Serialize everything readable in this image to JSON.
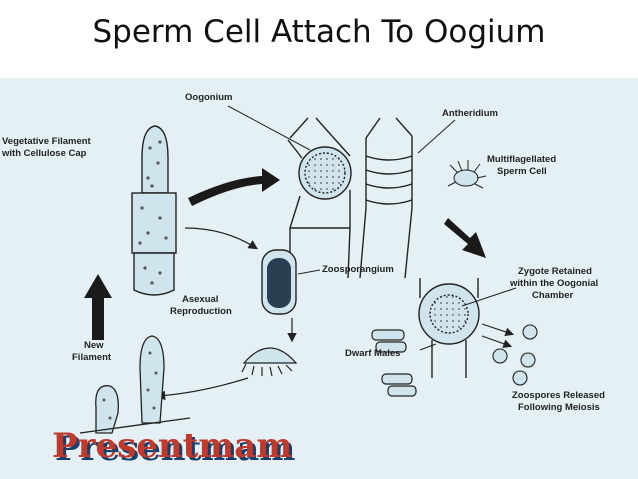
{
  "title": "Sperm Cell Attach To Oogium",
  "diagram": {
    "labels": {
      "oogonium": "Oogonium",
      "antheridium": "Antheridium",
      "vegetative_line1": "Vegetative Filament",
      "vegetative_line2": "with Cellulose Cap",
      "multiflagellated_line1": "Multiflagellated",
      "multiflagellated_line2": "Sperm Cell",
      "zoosporangium": "Zoosporangium",
      "asexual_line1": "Asexual",
      "asexual_line2": "Reproduction",
      "zygote_line1": "Zygote Retained",
      "zygote_line2": "within the Oogonial",
      "zygote_line3": "Chamber",
      "new_filament_line1": "New",
      "new_filament_line2": "Filament",
      "dwarf_males": "Dwarf Males",
      "zoospores_line1": "Zoospores Released",
      "zoospores_line2": "Following Meiosis"
    },
    "watermark": "Presentmam"
  },
  "colors": {
    "panel": "#e5f0f5",
    "ink": "#222222",
    "cell_fill": "#cfe4ec",
    "dark_cell": "#2a3f52",
    "watermark_text": "#c0392b",
    "watermark_shadow": "#1b3f6b"
  }
}
